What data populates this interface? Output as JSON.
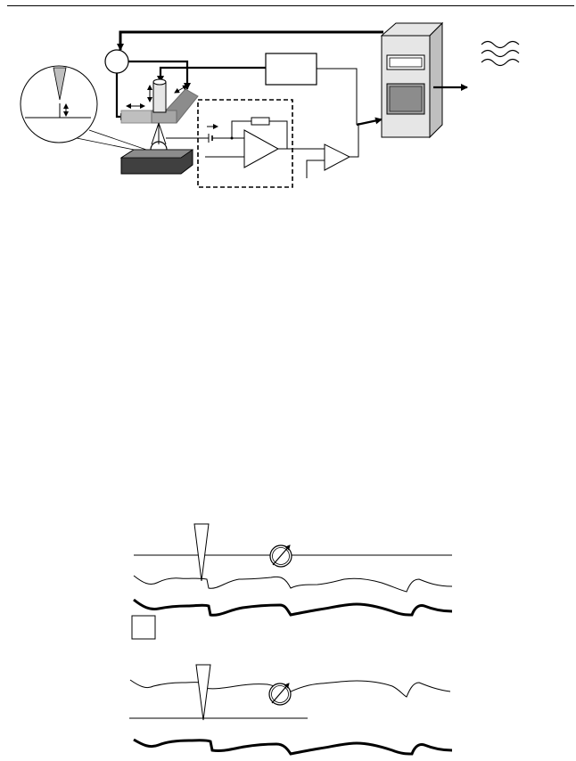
{
  "page": {
    "background": "#ffffff",
    "ink": "#000000",
    "gray_light": "#bfbfbf",
    "gray_mid": "#8c8c8c",
    "gray_dark": "#404040"
  },
  "figure_top": {
    "components": [
      "feedback-loop",
      "piezo-scanner",
      "probe-tip-zoom",
      "sample",
      "control-box",
      "current-amplifier",
      "comparator",
      "computer",
      "output-signal"
    ]
  },
  "figure_bottom": {
    "modes": [
      "constant-height-mode",
      "constant-current-mode"
    ]
  }
}
